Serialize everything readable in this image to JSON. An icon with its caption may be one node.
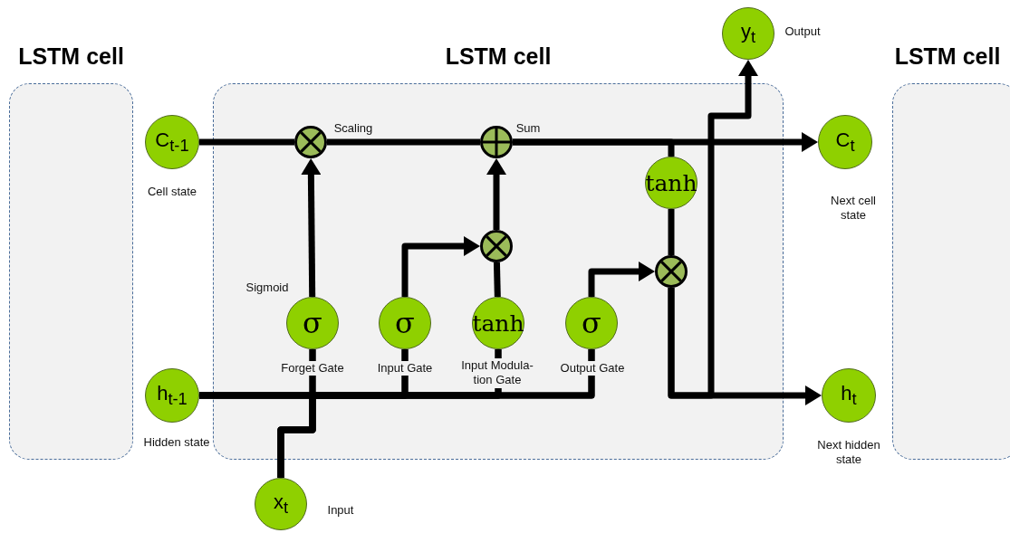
{
  "diagram": {
    "nodes": [
      {
        "text": [
          "LSTM cell"
        ]
      },
      {
        "text": [
          "LSTM cell"
        ]
      },
      {
        "text": [
          "LSTM cell"
        ]
      },
      {
        "text": [
          "C$_{t-1}$"
        ],
        "beside": [
          "Cell state"
        ]
      },
      {
        "text": [
          "h$_{t-1}$"
        ],
        "beside": [
          "Hidden state"
        ]
      },
      {
        "text": [
          "x$_{t}$"
        ],
        "beside": [
          "Input"
        ]
      },
      {
        "text": [
          "y$_{t}$"
        ],
        "beside": [
          "Output"
        ]
      },
      {
        "text": [
          "C$_{t}$"
        ],
        "beside": [
          "Next cell state"
        ]
      },
      {
        "text": [
          "h$_{t}$"
        ],
        "beside": [
          "Next hidden state"
        ]
      },
      {
        "text": [],
        "shape": "circle",
        "in": 1,
        "beside": [
          "Scaling"
        ]
      },
      {
        "text": [],
        "shape": "circle",
        "in": 1,
        "beside": [
          "Sum"
        ]
      },
      {
        "text": [
          "tanh"
        ],
        "in": 1
      },
      {
        "text": [],
        "shape": "circle",
        "in": 1
      },
      {
        "text": [],
        "shape": "circle",
        "in": 1
      },
      {
        "text": [
          "σ"
        ],
        "in": 1,
        "beside": [
          "Sigmoid",
          "Forget Gate"
        ]
      },
      {
        "text": [
          "σ"
        ],
        "in": 1,
        "beside": [
          "Input Gate"
        ]
      },
      {
        "text": [
          "tanh"
        ],
        "in": 1,
        "beside": [
          "Input Modula- tion Gate"
        ]
      },
      {
        "text": [
          "σ"
        ],
        "in": 1,
        "beside": [
          "Output Gate"
        ]
      }
    ],
    "edges": [
      {
        "from": 3,
        "to": 9,
        "arrow": "none"
      },
      {
        "from": 9,
        "to": 10,
        "arrow": "none"
      },
      {
        "from": 10,
        "to": 7,
        "arrow": "to"
      },
      {
        "from": 10,
        "to": 11,
        "arrow": "none"
      },
      {
        "from": 11,
        "to": 13,
        "arrow": "none"
      },
      {
        "from": 13,
        "to": 8,
        "arrow": "to"
      },
      {
        "from": 13,
        "to": 6,
        "arrow": "to"
      },
      {
        "from": 4,
        "to": 14,
        "arrow": "none"
      },
      {
        "from": 4,
        "to": 15,
        "arrow": "none"
      },
      {
        "from": 4,
        "to": 16,
        "arrow": "none"
      },
      {
        "from": 4,
        "to": 17,
        "arrow": "none"
      },
      {
        "from": 5,
        "to": 14,
        "arrow": "none"
      },
      {
        "from": 5,
        "to": 15,
        "arrow": "none"
      },
      {
        "from": 5,
        "to": 16,
        "arrow": "none"
      },
      {
        "from": 5,
        "to": 17,
        "arrow": "none"
      },
      {
        "from": 14,
        "to": 9,
        "arrow": "to"
      },
      {
        "from": 15,
        "to": 12,
        "arrow": "to"
      },
      {
        "from": 16,
        "to": 12,
        "arrow": "none"
      },
      {
        "from": 12,
        "to": 10,
        "arrow": "to"
      },
      {
        "from": 17,
        "to": 13,
        "arrow": "to"
      }
    ]
  }
}
